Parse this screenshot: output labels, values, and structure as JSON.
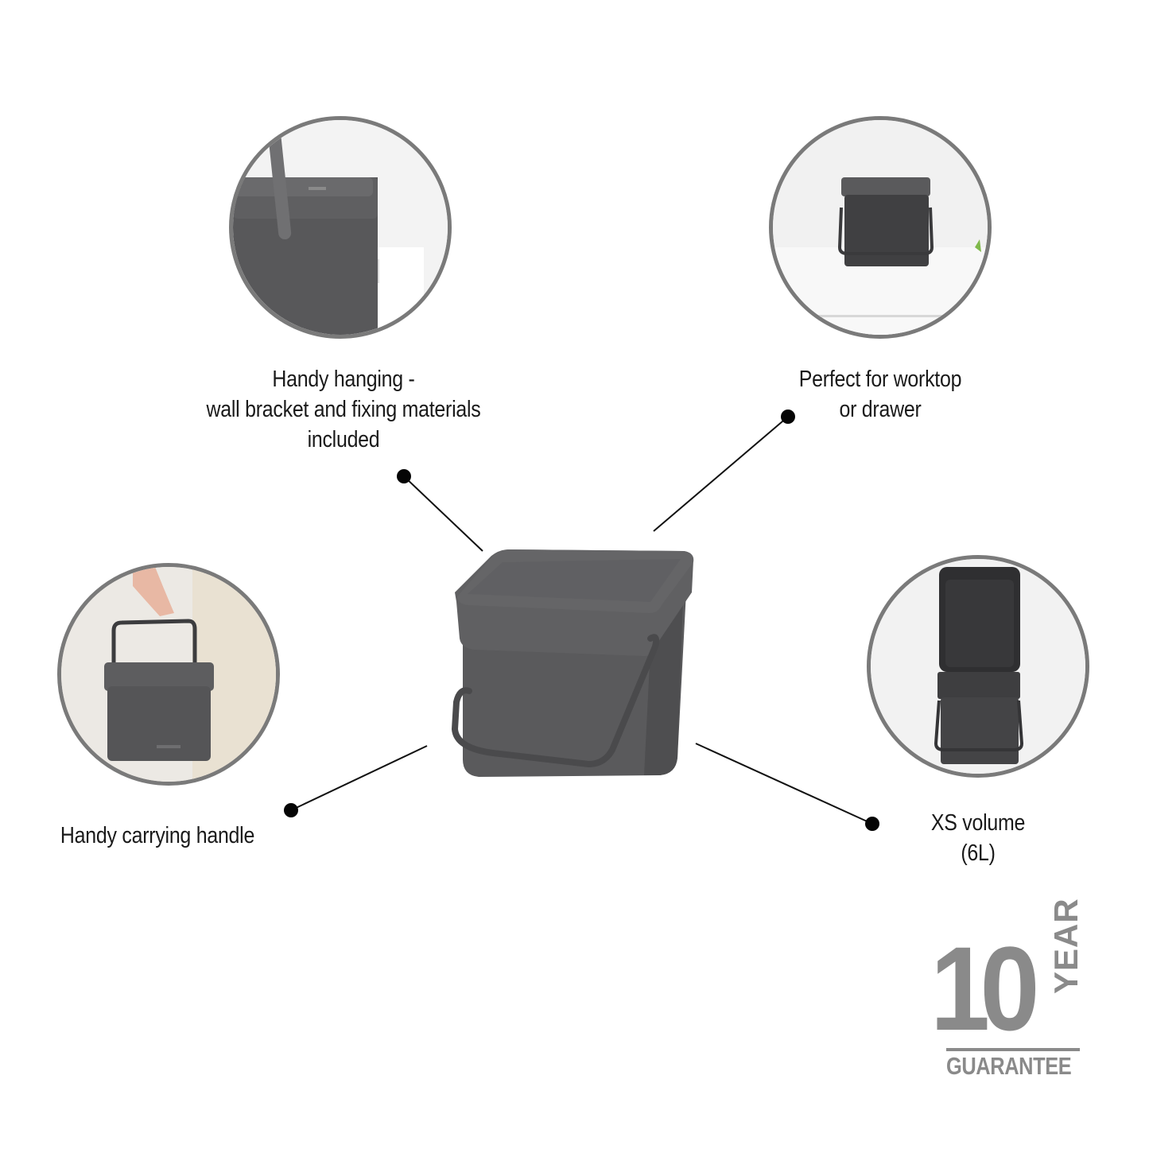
{
  "features": [
    {
      "id": "hanging",
      "lines": [
        "Handy hanging -",
        "wall bracket and fixing materials",
        "included"
      ],
      "image": "bin-hanging-on-wall-bracket"
    },
    {
      "id": "worktop",
      "lines": [
        "Perfect for worktop",
        "or drawer"
      ],
      "image": "bin-on-worktop"
    },
    {
      "id": "handle",
      "lines": [
        "Handy carrying handle"
      ],
      "image": "bin-carried-by-hand"
    },
    {
      "id": "volume",
      "lines": [
        "XS volume",
        "(6L)"
      ],
      "image": "bin-with-lid-open"
    }
  ],
  "product": {
    "name": "compost bin",
    "color": "#5b5b5d",
    "lid_color": "#626264",
    "handle_color": "#4d4d4f"
  },
  "guarantee": {
    "number": "10",
    "unit": "YEAR",
    "label": "GUARANTEE",
    "color": "#8a8a8a"
  },
  "colors": {
    "circle_border": "#7a7a7a",
    "leader": "#111111",
    "text": "#1a1a1a",
    "background": "#ffffff"
  }
}
